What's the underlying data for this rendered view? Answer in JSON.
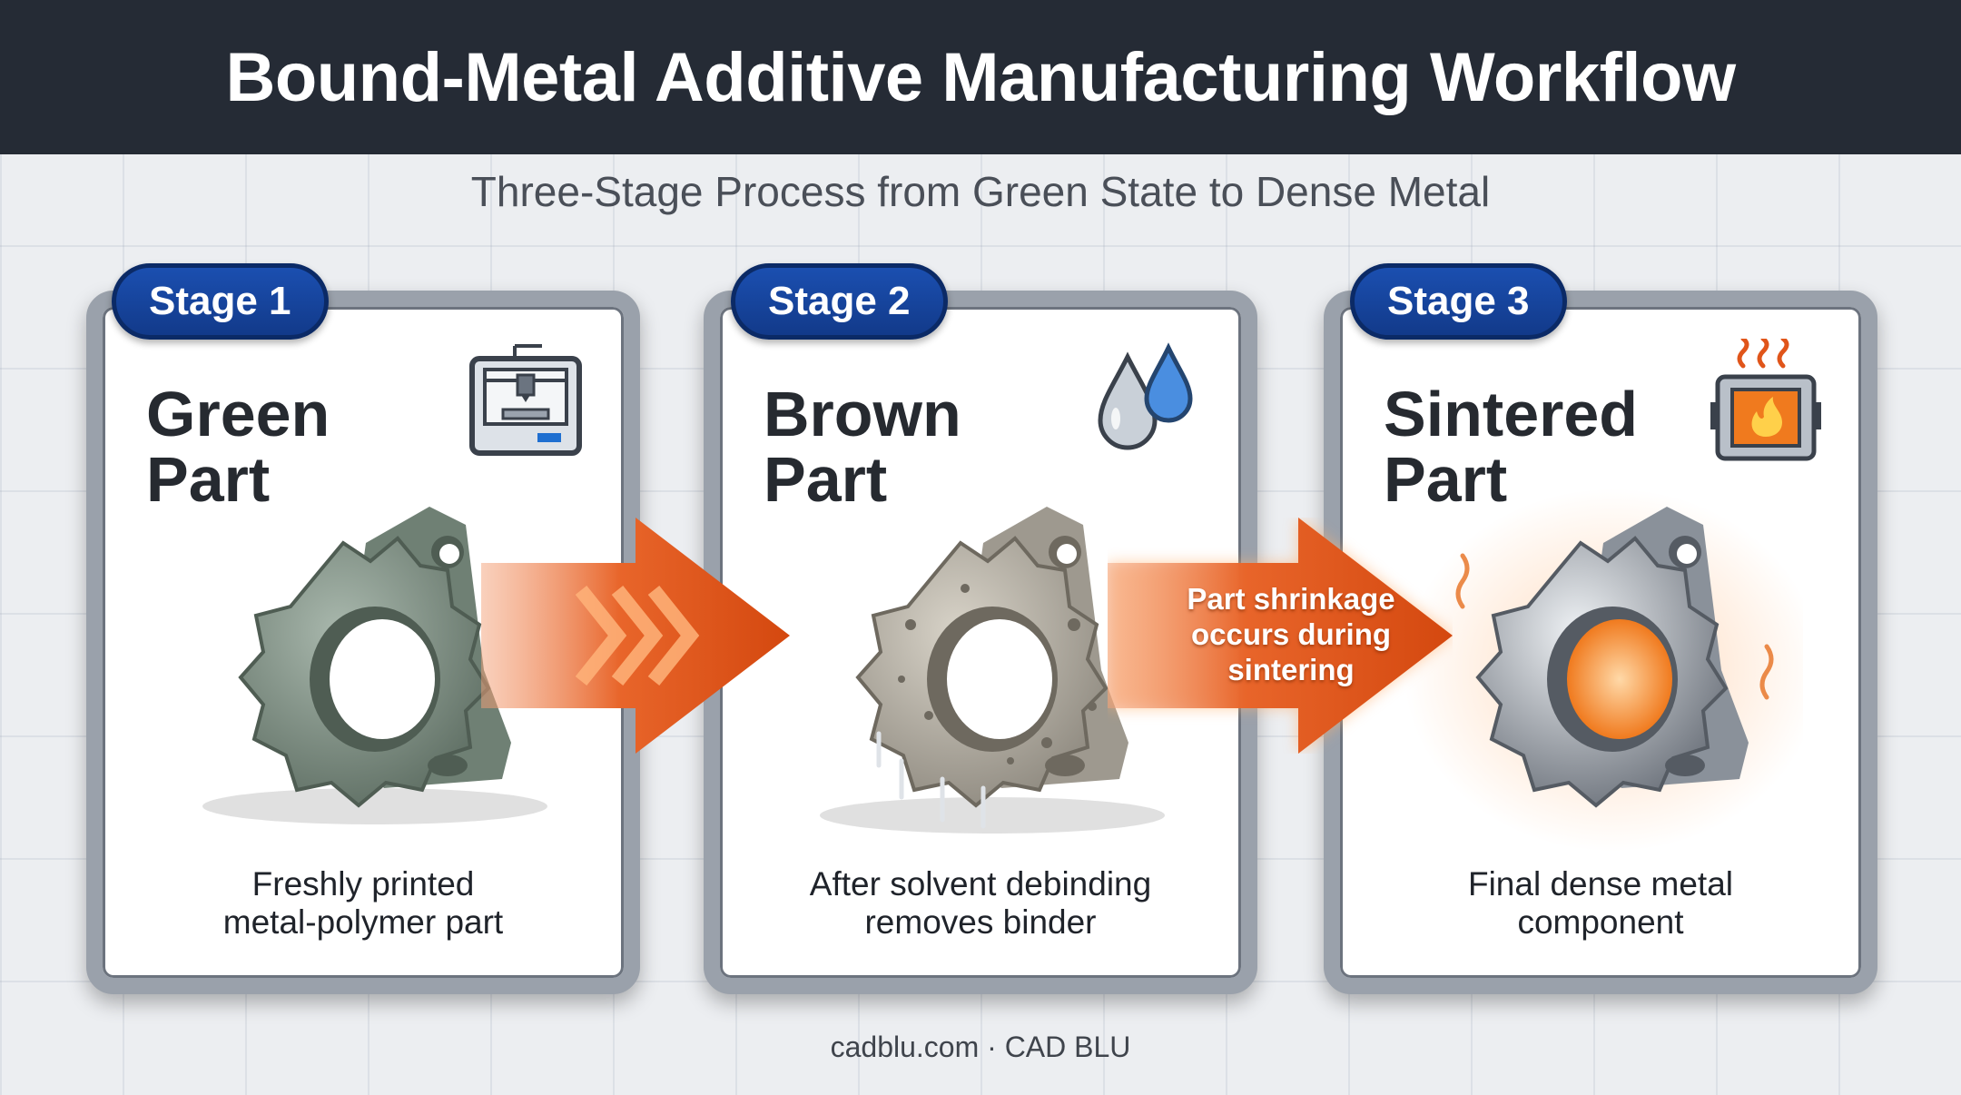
{
  "header": {
    "title": "Bound-Metal Additive Manufacturing Workflow"
  },
  "subtitle": "Three-Stage Process from Green State to Dense Metal",
  "stages": [
    {
      "badge": "Stage 1",
      "title_lines": [
        "Green",
        "Part"
      ],
      "caption_lines": [
        "Freshly printed",
        "metal-polymer part"
      ],
      "icon": "3d-printer-icon"
    },
    {
      "badge": "Stage 2",
      "title_lines": [
        "Brown",
        "Part"
      ],
      "caption_lines": [
        "After solvent debinding",
        "removes binder"
      ],
      "icon": "water-droplets-icon"
    },
    {
      "badge": "Stage 3",
      "title_lines": [
        "Sintered",
        "Part"
      ],
      "caption_lines": [
        "Final dense metal",
        "component"
      ],
      "icon": "furnace-icon"
    }
  ],
  "arrow_note_lines": [
    "Part shrinkage",
    "occurs during",
    "sintering"
  ],
  "footer": "cadblu.com · CAD BLU",
  "colors": {
    "header_bg": "#252b35",
    "badge_blue": "#1b4fb0",
    "arrow_orange": "#e0551a",
    "green_part": "#7f9286",
    "brown_part": "#b3aea3",
    "sintered_part": "#9ea4ad"
  }
}
